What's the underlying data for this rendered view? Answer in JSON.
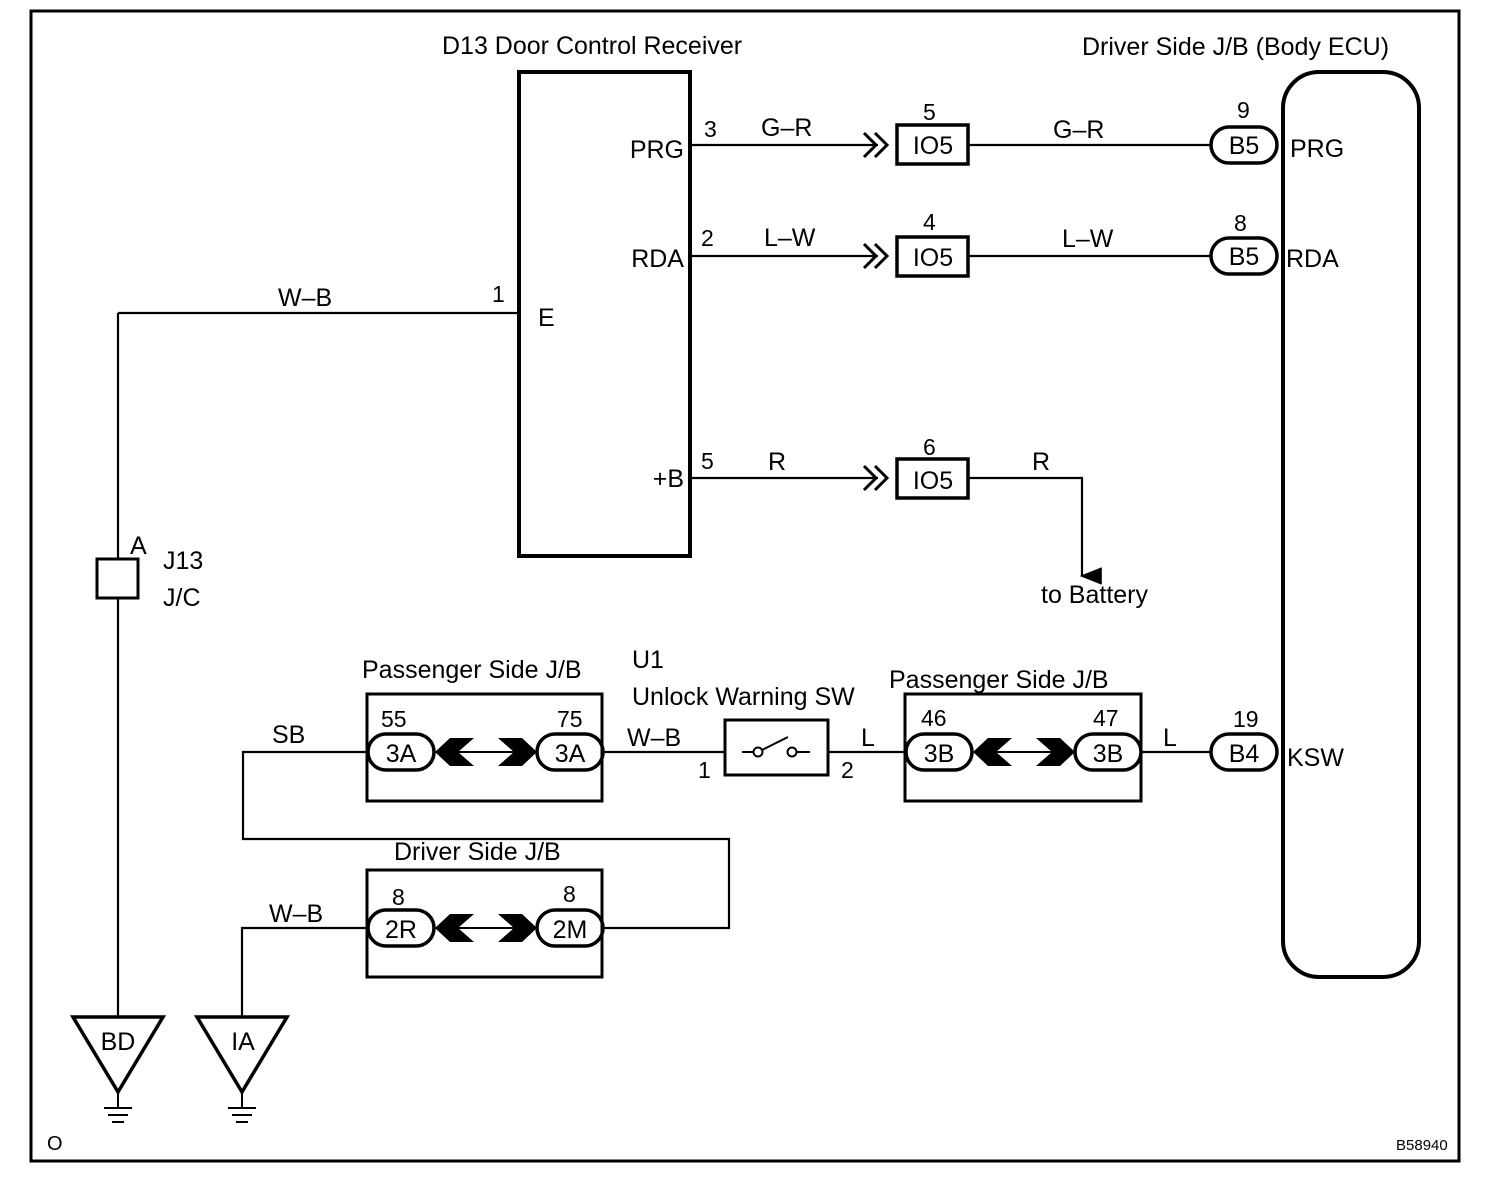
{
  "components": {
    "receiver": {
      "title": "D13 Door Control Receiver",
      "ports": [
        "PRG",
        "RDA",
        "E",
        "+B"
      ]
    },
    "body_ecu": {
      "title": "Driver Side J/B (Body ECU)",
      "ports": [
        "PRG",
        "RDA",
        "KSW"
      ]
    },
    "jc": {
      "name": "J13",
      "type": "J/C",
      "pin": "A"
    },
    "switch": {
      "code": "U1",
      "name": "Unlock Warning SW",
      "pins": [
        "1",
        "2"
      ]
    },
    "passenger_jb_1": {
      "title": "Passenger Side J/B",
      "connectors": [
        "3A",
        "3A"
      ],
      "pins": [
        "55",
        "75"
      ]
    },
    "passenger_jb_2": {
      "title": "Passenger Side J/B",
      "connectors": [
        "3B",
        "3B"
      ],
      "pins": [
        "46",
        "47"
      ]
    },
    "driver_jb": {
      "title": "Driver Side J/B",
      "connectors": [
        "2R",
        "2M"
      ],
      "pins": [
        "8",
        "8"
      ]
    }
  },
  "wires": {
    "prg": {
      "pin": "3",
      "color1": "G–R",
      "conn": "IO5",
      "conn_pin": "5",
      "color2": "G–R",
      "ecu_conn": "B5",
      "ecu_pin": "9"
    },
    "rda": {
      "pin": "2",
      "color1": "L–W",
      "conn": "IO5",
      "conn_pin": "4",
      "color2": "L–W",
      "ecu_conn": "B5",
      "ecu_pin": "8"
    },
    "e": {
      "pin": "1",
      "color": "W–B"
    },
    "b": {
      "pin": "5",
      "color1": "R",
      "conn": "IO5",
      "conn_pin": "6",
      "color2": "R",
      "destination": "to Battery"
    },
    "ksw_left": {
      "color": "SB"
    },
    "ksw_mid": {
      "color": "W–B"
    },
    "ksw_l1": {
      "color": "L"
    },
    "ksw_l2": {
      "color": "L"
    },
    "ksw_ecu": {
      "conn": "B4",
      "pin": "19"
    },
    "driver_jb_in": {
      "color": "W–B"
    }
  },
  "grounds": [
    "BD",
    "IA"
  ],
  "footer": {
    "left_code": "O",
    "diagram_code": "B58940"
  }
}
